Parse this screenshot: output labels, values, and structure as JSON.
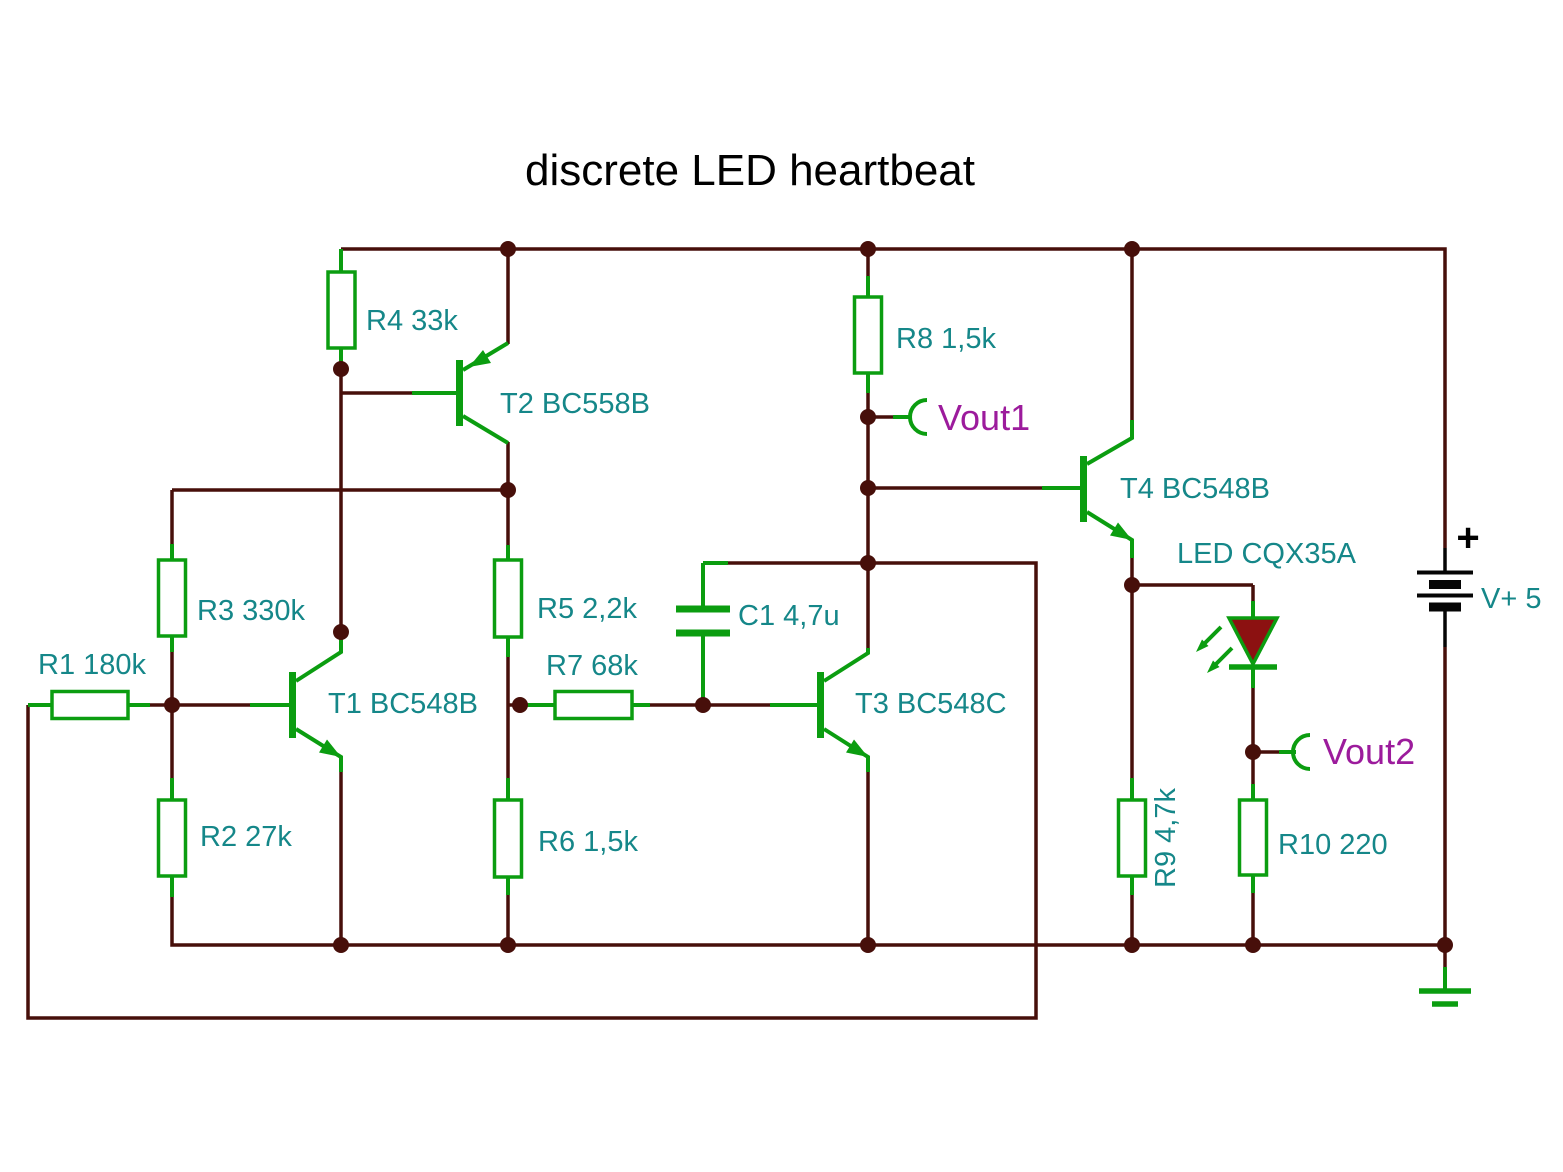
{
  "title": "discrete LED heartbeat",
  "colors": {
    "wire": "#470f0a",
    "component": "#0b9d10",
    "label": "#158789",
    "port": "#9c1b9c",
    "battery": "#050505",
    "led-fill": "#8c1111",
    "background": "#ffffff"
  },
  "components": {
    "r1": {
      "label": "R1 180k"
    },
    "r2": {
      "label": "R2 27k"
    },
    "r3": {
      "label": "R3 330k"
    },
    "r4": {
      "label": "R4 33k"
    },
    "r5": {
      "label": "R5 2,2k"
    },
    "r6": {
      "label": "R6 1,5k"
    },
    "r7": {
      "label": "R7 68k"
    },
    "r8": {
      "label": "R8 1,5k"
    },
    "r9": {
      "label": "R9 4,7k"
    },
    "r10": {
      "label": "R10 220"
    },
    "c1": {
      "label": "C1 4,7u"
    },
    "t1": {
      "label": "T1 BC548B"
    },
    "t2": {
      "label": "T2 BC558B"
    },
    "t3": {
      "label": "T3 BC548C"
    },
    "t4": {
      "label": "T4 BC548B"
    },
    "led": {
      "label": "LED CQX35A"
    },
    "battery": {
      "label": "V+ 5",
      "polarity": "+"
    }
  },
  "ports": {
    "vout1": {
      "label": "Vout1"
    },
    "vout2": {
      "label": "Vout2"
    }
  }
}
